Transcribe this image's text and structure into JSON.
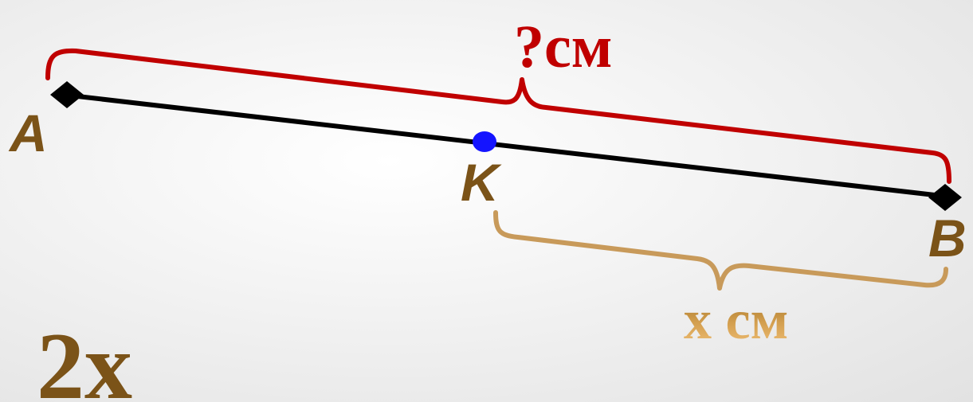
{
  "points": {
    "a": "A",
    "k": "K",
    "b": "B"
  },
  "labels": {
    "total_length": "?см",
    "kb_length": "х см",
    "multiplier": "2х"
  },
  "colors": {
    "segment": "#000000",
    "top_brace": "#c00000",
    "bottom_brace": "#c89a5a",
    "point_k": "#1414ff",
    "top_text": "#c00000",
    "bottom_text": "#c8923e",
    "big_text": "#7b5318"
  }
}
